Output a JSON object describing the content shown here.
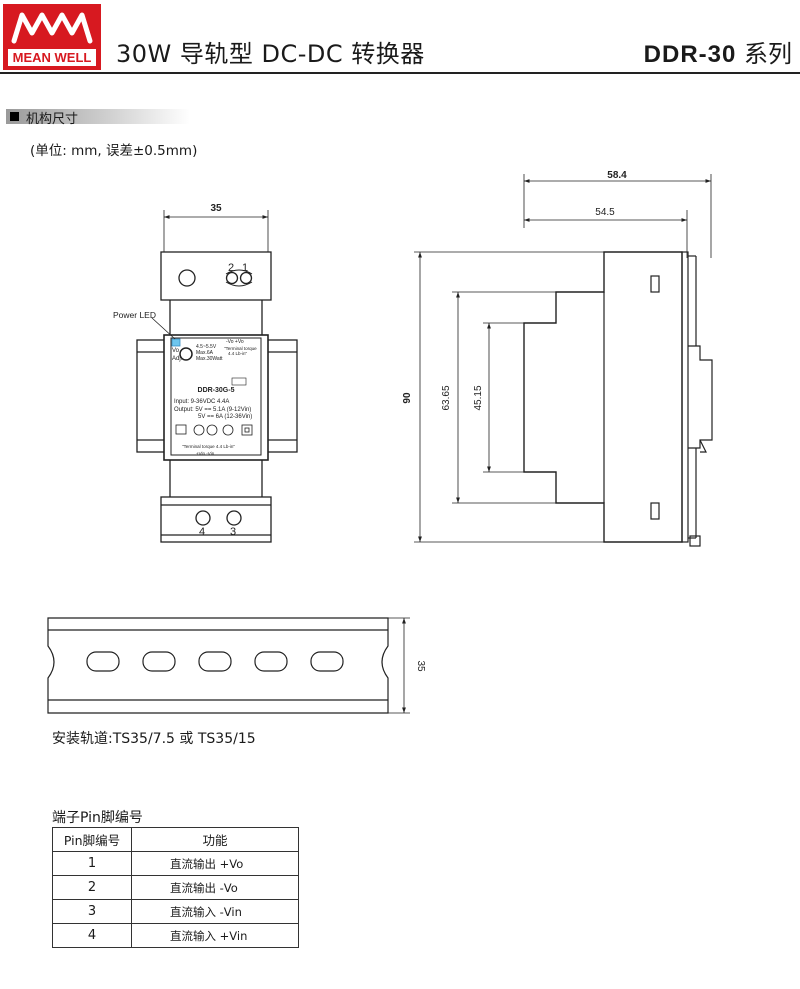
{
  "brand": {
    "logo_mark": "MW",
    "logo_text": "MEAN WELL",
    "red": "#d71920"
  },
  "header": {
    "title": "30W 导轨型 DC-DC 转换器",
    "model": "DDR-30",
    "series_suffix": "系列"
  },
  "section": {
    "title": "机构尺寸",
    "unit_note": "(单位: mm, 误差±0.5mm)"
  },
  "front_view": {
    "width_dim": "35",
    "top_pins": "2 1",
    "bottom_pins": "4 3",
    "led_label": "Power LED",
    "adj_label": "Vo\nAdj.",
    "spec_line1": "4.5~5.5V",
    "spec_line2": "Max.6A",
    "spec_line3": "Max.30Watt",
    "terminal_top": "\"Terminal torque\n4.4 Lb-in\"",
    "pin_top_labels": "-Vo  +Vo",
    "model_label": "DDR-30G-5",
    "input_line": "Input:  9-36VDC    4.4A",
    "output_line1": "Output: 5V == 5.1A (9-12Vin)",
    "output_line2": "5V == 6A (12-36Vin)",
    "terminal_bottom": "\"Terminal torque 4.4 Lb-in\"",
    "pin_bottom_labels": "+Vin        -Vin"
  },
  "side_view": {
    "dim_584": "58.4",
    "dim_545": "54.5",
    "dim_90": "90",
    "dim_6365": "63.65",
    "dim_4515": "45.15"
  },
  "rail": {
    "dim_35": "35"
  },
  "mount_note": "安装轨道:TS35/7.5 或 TS35/15",
  "pin_table": {
    "title": "端子Pin脚编号",
    "headers": [
      "Pin脚编号",
      "功能"
    ],
    "rows": [
      {
        "pin": "1",
        "func": "直流输出 +Vo"
      },
      {
        "pin": "2",
        "func": "直流输出 -Vo"
      },
      {
        "pin": "3",
        "func": "直流输入 -Vin"
      },
      {
        "pin": "4",
        "func": "直流输入 +Vin"
      }
    ]
  }
}
